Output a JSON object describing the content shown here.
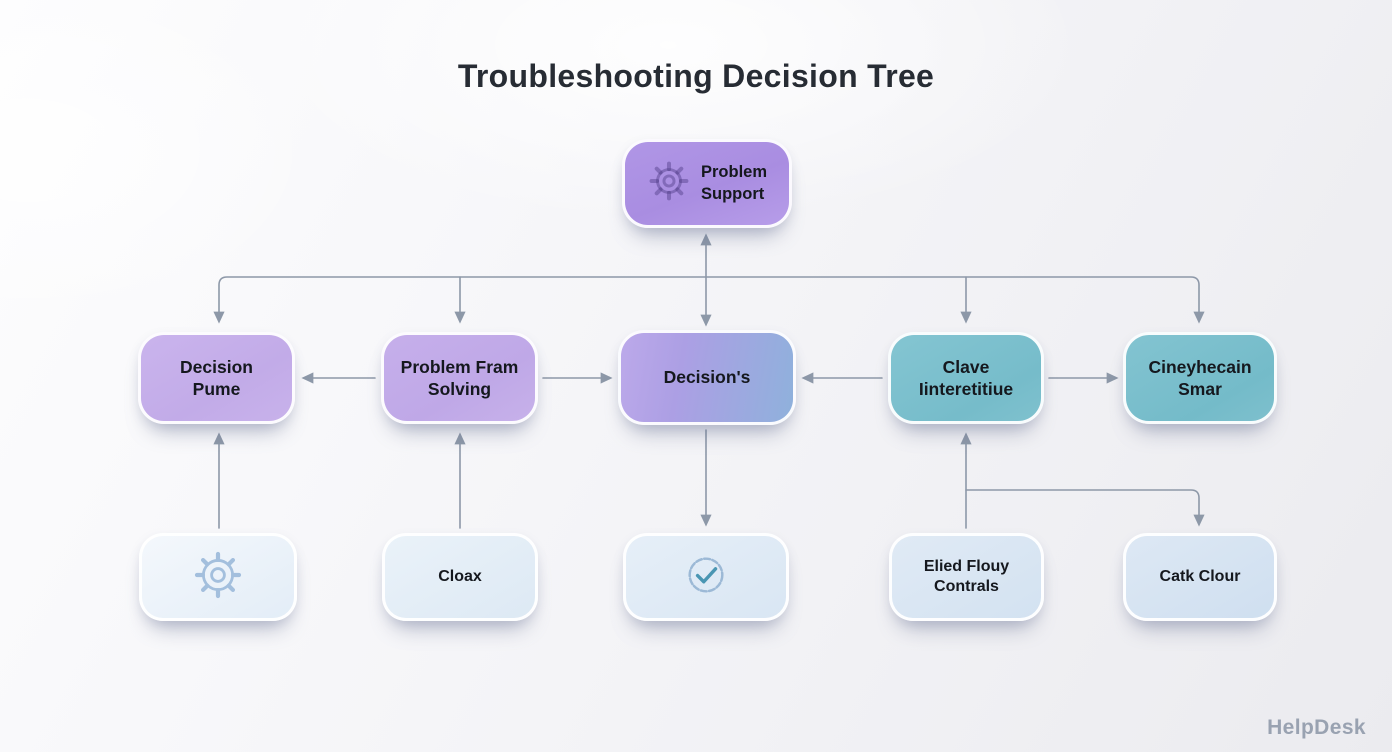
{
  "title": "Troubleshooting Decision Tree",
  "watermark": "HelpDesk",
  "root": {
    "label": "Problem Support",
    "icon": "gear-icon"
  },
  "middle_row": [
    {
      "label": "Decision Pume"
    },
    {
      "label": "Problem Fram Solving"
    },
    {
      "label": "Decision's"
    },
    {
      "label": "Clave Iinteretitiue"
    },
    {
      "label": "Cineyhecain Smar"
    }
  ],
  "bottom_row": [
    {
      "label": "",
      "icon": "gear-icon"
    },
    {
      "label": "Cloax"
    },
    {
      "label": "",
      "icon": "check-badge-icon"
    },
    {
      "label": "Elied Flouy Contrals"
    },
    {
      "label": "Catk Clour"
    }
  ],
  "colors": {
    "background_start": "#fdfdfe",
    "background_end": "#ebebef",
    "title_text": "#272c34",
    "node_text": "#15181e",
    "root_purple": "#a98de1",
    "light_purple": "#c2abe8",
    "purple_blue_left": "#bca9ea",
    "purple_blue_right": "#8fb1dc",
    "teal": "#7cc0ce",
    "light_blue_top": "#f0f6fb",
    "light_blue_bottom": "#d3e2f1",
    "arrow": "#8d98a8",
    "watermark_text": "#99a2b1"
  }
}
